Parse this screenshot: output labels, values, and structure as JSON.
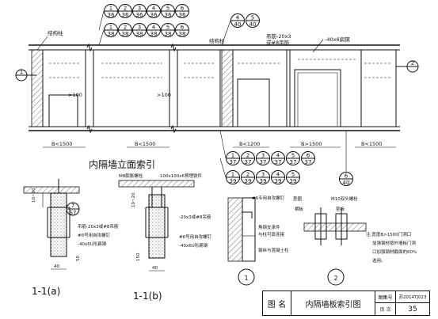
{
  "labels": {
    "structural_column_a": "结构柱",
    "structural_column_b": "结构柱",
    "hanger_bar": "吊筋-20x3",
    "hanger_bar_alt": "或#8吊筋",
    "flat_steel_top": "-40x6扁钢",
    "gt100_a": ">100",
    "gt100_b": ">100",
    "dim_b1": "B<1500",
    "dim_b2": "B<1500",
    "dim_b3": "B<1200",
    "dim_b4": "B>1500",
    "dim_b5": "B<1500",
    "elevation_title": "内隔墙立面索引",
    "expansion_bolt": "M8膨胀螺栓",
    "embedded_plate": "-100x100x6预埋铁件",
    "hanger_bar_a": "吊筋-20x3或#8吊筋",
    "screw_a": "#6号用自攻螺钉",
    "flat_steel_a": "-40x6U形扁钢",
    "hanger_bar_b": "-20x3或#8吊筋",
    "screw_b": "#6号用自攻螺钉",
    "flat_steel_b": "-40x6U形扁钢",
    "section_a": "1-1(a)",
    "section_b": "1-1(b)",
    "dim_10_20": "10~20",
    "dim_10_20b": "10~20",
    "dim_50": "50",
    "dim_150": "150",
    "dim_40a": "40",
    "dim_40b": "40",
    "det1_screw": "#6专用自攻螺钉",
    "det1_angle": "角钢支承件",
    "det1_angle2": "与柱可靠连接",
    "det1_joint": "钢丝与混凝土柱",
    "det2_plate": "垫圈",
    "det2_washer": "横板",
    "det2_bolt": "M10双头螺栓",
    "det2_bolt2": "垫板",
    "note_line1": "注:宽度B>1500门洞口",
    "note_line2": "加强钢材按外墙板门洞",
    "note_line3": "口加强钢材截面的60%",
    "note_line4": "选用。",
    "detail_1": "1",
    "detail_2": "2",
    "marker_1": "1",
    "marker_2": "2",
    "ref_37_top": "7",
    "ref_57": "S7"
  },
  "index_refs_top1": [
    [
      "1",
      "36"
    ],
    [
      "2",
      "36"
    ],
    [
      "3",
      "36"
    ],
    [
      "4",
      "36"
    ],
    [
      "5",
      "36"
    ],
    [
      "6",
      "36"
    ]
  ],
  "index_refs_top2": [
    [
      "1",
      "38"
    ],
    [
      "2",
      "38"
    ],
    [
      "3",
      "38"
    ],
    [
      "4",
      "38"
    ],
    [
      "5",
      "38"
    ],
    [
      "6",
      "38"
    ]
  ],
  "index_refs_top3": [
    [
      "4",
      "40"
    ],
    [
      "5",
      "40"
    ]
  ],
  "index_refs_bot1": [
    [
      "1",
      "37"
    ],
    [
      "2",
      "37"
    ],
    [
      "3",
      "37"
    ],
    [
      "4",
      "37"
    ],
    [
      "5",
      "37"
    ],
    [
      "6",
      "37"
    ]
  ],
  "index_refs_bot2": [
    [
      "1",
      "39"
    ],
    [
      "2",
      "39"
    ],
    [
      "3",
      "39"
    ],
    [
      "4",
      "39"
    ],
    [
      "5",
      "39"
    ]
  ],
  "index_ref_right": [
    "6",
    "40"
  ],
  "title_block": {
    "name_label": "图 名",
    "drawing_name": "内隔墙板索引图",
    "atlas_label": "图集号",
    "atlas_no": "苏2014TJ023",
    "page_label": "页 次",
    "page_no": "35"
  }
}
